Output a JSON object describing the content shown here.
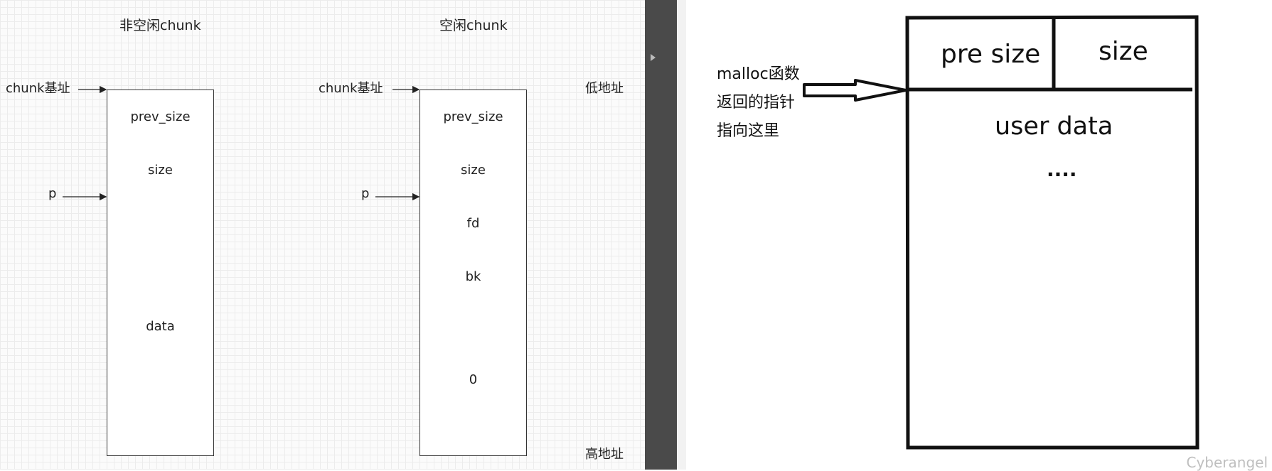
{
  "left": {
    "title_alloc": "非空闲chunk",
    "title_free": "空闲chunk",
    "chunk_base": "chunk基址",
    "p": "p",
    "low_addr": "低地址",
    "high_addr": "高地址",
    "alloc_fields": [
      "prev_size",
      "size",
      "data"
    ],
    "free_fields": [
      "prev_size",
      "size",
      "fd",
      "bk",
      "0"
    ]
  },
  "right": {
    "pre_size": "pre size",
    "size": "size",
    "user_data": "user data",
    "dots": "....",
    "note_line1": "malloc函数",
    "note_line2": "返回的指针",
    "note_line3": "指向这里",
    "watermark": "Cyberangel"
  }
}
